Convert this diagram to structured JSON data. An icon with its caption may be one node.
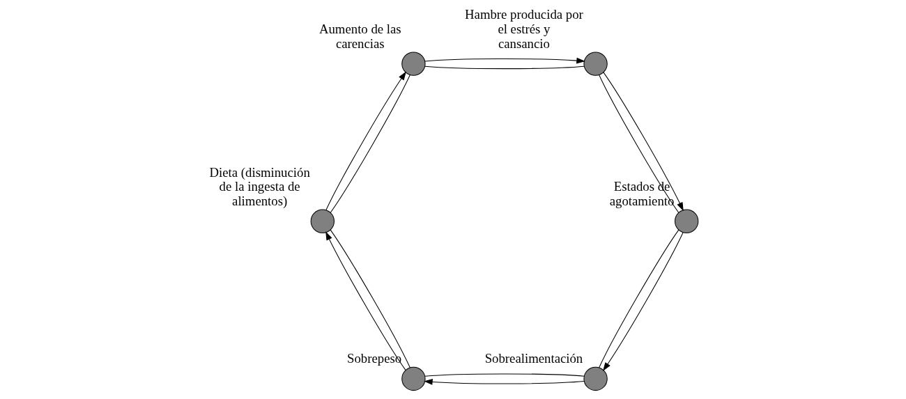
{
  "diagram": {
    "nodes": [
      {
        "text": [],
        "shape": "circle",
        "beside": [
          "Sobrealimentación"
        ]
      },
      {
        "text": [],
        "shape": "circle",
        "beside": [
          "Sobrepeso"
        ]
      },
      {
        "text": [],
        "shape": "circle",
        "beside": [
          "Dieta (disminución de la ingesta de alimentos)"
        ]
      },
      {
        "text": [],
        "shape": "circle",
        "beside": [
          "Aumento de las carencias"
        ]
      },
      {
        "text": [],
        "shape": "circle",
        "beside": [
          "Hambre producida por el estrés y cansancio"
        ]
      },
      {
        "text": [],
        "shape": "circle",
        "beside": [
          "Estados de agotamiento"
        ]
      }
    ],
    "edges": [
      {
        "from": 0,
        "to": 1,
        "arrow": "to"
      },
      {
        "from": 1,
        "to": 2,
        "arrow": "to"
      },
      {
        "from": 2,
        "to": 3,
        "arrow": "to"
      },
      {
        "from": 3,
        "to": 4,
        "arrow": "to"
      },
      {
        "from": 4,
        "to": 5,
        "arrow": "to"
      },
      {
        "from": 5,
        "to": 0,
        "arrow": "to"
      },
      {
        "from": 0,
        "to": 1,
        "arrow": "none"
      },
      {
        "from": 1,
        "to": 2,
        "arrow": "none"
      },
      {
        "from": 2,
        "to": 3,
        "arrow": "none"
      },
      {
        "from": 3,
        "to": 4,
        "arrow": "none"
      },
      {
        "from": 4,
        "to": 5,
        "arrow": "none"
      },
      {
        "from": 5,
        "to": 0,
        "arrow": "none"
      }
    ]
  }
}
